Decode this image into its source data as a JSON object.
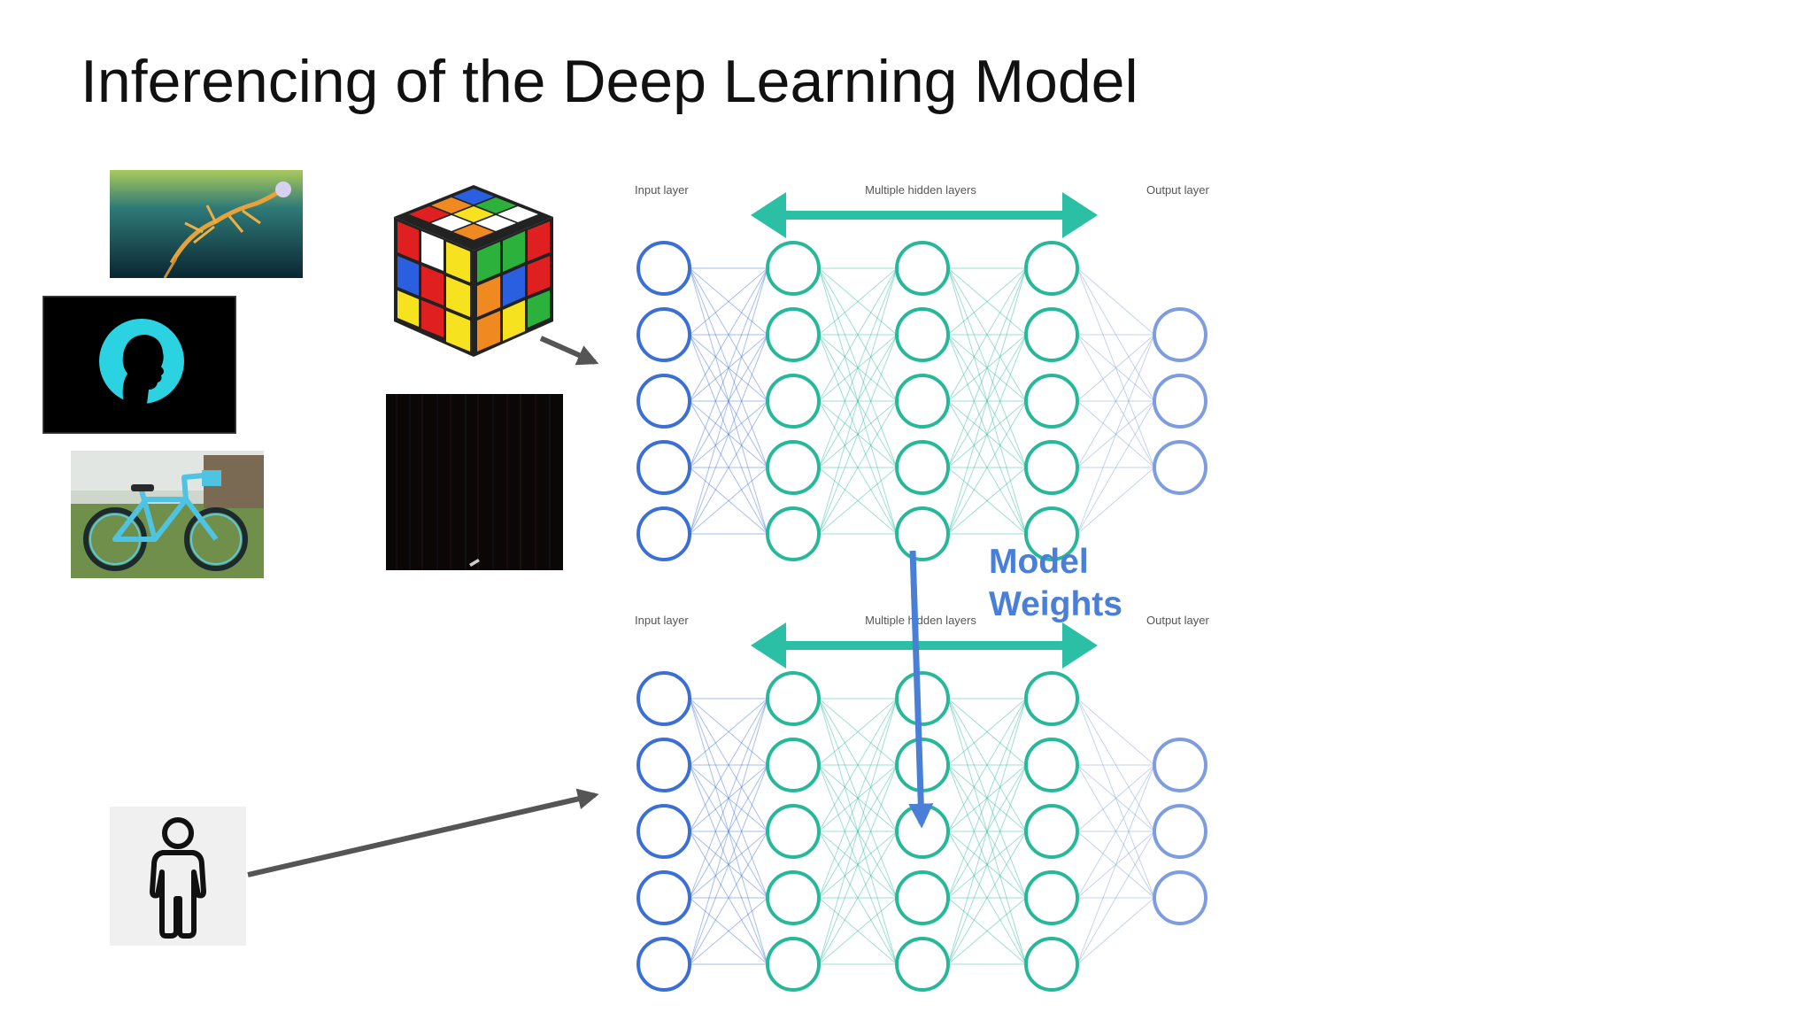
{
  "slide": {
    "title": "Inferencing of the Deep Learning Model",
    "annotation": {
      "line1": "Model",
      "line2": "Weights"
    }
  },
  "thumbnails": [
    {
      "name": "underwater-creature-image"
    },
    {
      "name": "head-silhouette-image"
    },
    {
      "name": "bicycle-image"
    },
    {
      "name": "rubiks-cube-image"
    },
    {
      "name": "dark-noise-image"
    },
    {
      "name": "person-icon-image"
    }
  ],
  "networks": [
    {
      "input_label": "Input layer",
      "hidden_label": "Multiple hidden layers",
      "output_label": "Output layer"
    },
    {
      "input_label": "Input layer",
      "hidden_label": "Multiple hidden layers",
      "output_label": "Output layer"
    }
  ],
  "colors": {
    "input_node": "#3c6fd6",
    "hidden_node": "#27b89a",
    "output_node": "#7e9de0",
    "hidden_arrow": "#2bbfa6",
    "flow_arrow": "#555555",
    "weights_arrow": "#4a7fd8",
    "weights_text": "#4a7fd8"
  }
}
